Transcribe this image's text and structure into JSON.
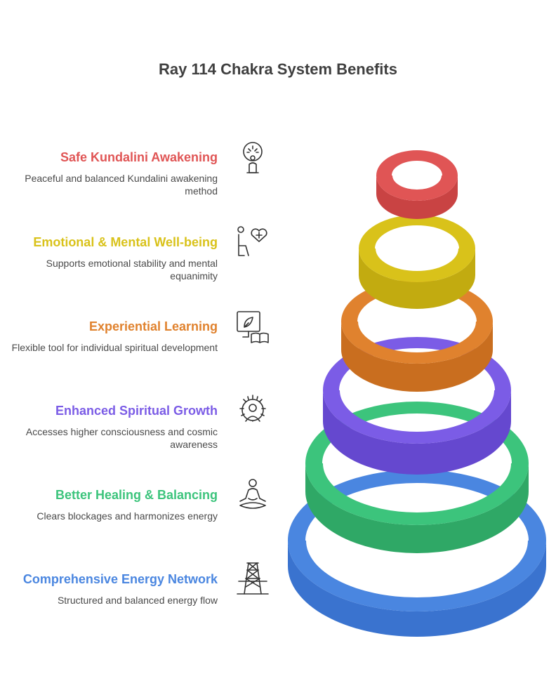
{
  "title": "Ray 114 Chakra System Benefits",
  "items": [
    {
      "title": "Safe Kundalini Awakening",
      "description": "Peaceful and balanced Kundalini awakening method",
      "color": "#e05555",
      "icon": "kundalini-figure-icon"
    },
    {
      "title": "Emotional & Mental Well-being",
      "description": "Supports emotional stability and mental equanimity",
      "color": "#d9c21a",
      "icon": "person-heart-icon"
    },
    {
      "title": "Experiential Learning",
      "description": "Flexible tool for individual spiritual development",
      "color": "#e0822e",
      "icon": "board-book-icon"
    },
    {
      "title": "Enhanced Spiritual Growth",
      "description": "Accesses higher consciousness and cosmic awareness",
      "color": "#7b5ce6",
      "icon": "radiant-person-icon"
    },
    {
      "title": "Better Healing & Balancing",
      "description": "Clears blockages and harmonizes energy",
      "color": "#3cc47c",
      "icon": "meditating-person-icon"
    },
    {
      "title": "Comprehensive Energy Network",
      "description": "Structured and balanced energy flow",
      "color": "#4a86e0",
      "icon": "power-tower-icon"
    }
  ]
}
